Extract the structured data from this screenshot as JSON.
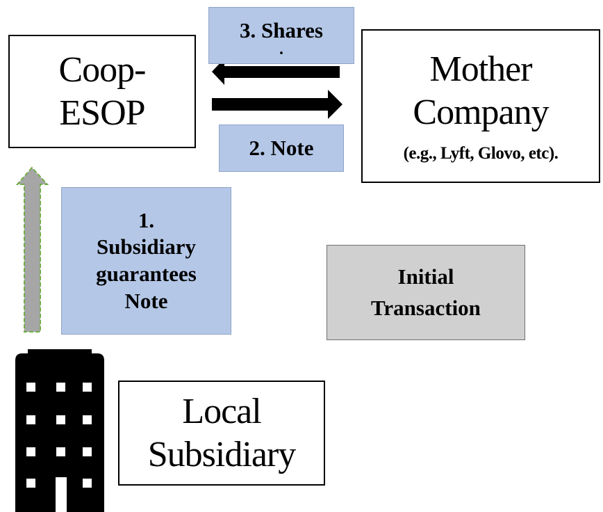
{
  "nodes": {
    "coop": {
      "lines": [
        "Coop-",
        "ESOP"
      ]
    },
    "mother": {
      "lines": [
        "Mother",
        "Company"
      ],
      "subtitle": "(e.g., Lyft, Glovo, etc)."
    },
    "local": {
      "lines": [
        "Local",
        "Subsidiary"
      ]
    }
  },
  "steps": {
    "step1": {
      "lines": [
        "1.",
        "Subsidiary",
        "guarantees",
        "Note"
      ]
    },
    "step2": {
      "label": "2. Note"
    },
    "step3": {
      "label": "3. Shares",
      "trailing": "."
    }
  },
  "legend": {
    "lines": [
      "Initial",
      "Transaction"
    ]
  },
  "colors": {
    "step_fill": "#b4c7e7",
    "legend_fill": "#d0d0d0",
    "guarantee_arrow_fill": "#a6a6a6",
    "guarantee_arrow_border": "#70ad47",
    "flow_arrow": "#000000"
  },
  "icons": {
    "building": "office-building-icon"
  }
}
